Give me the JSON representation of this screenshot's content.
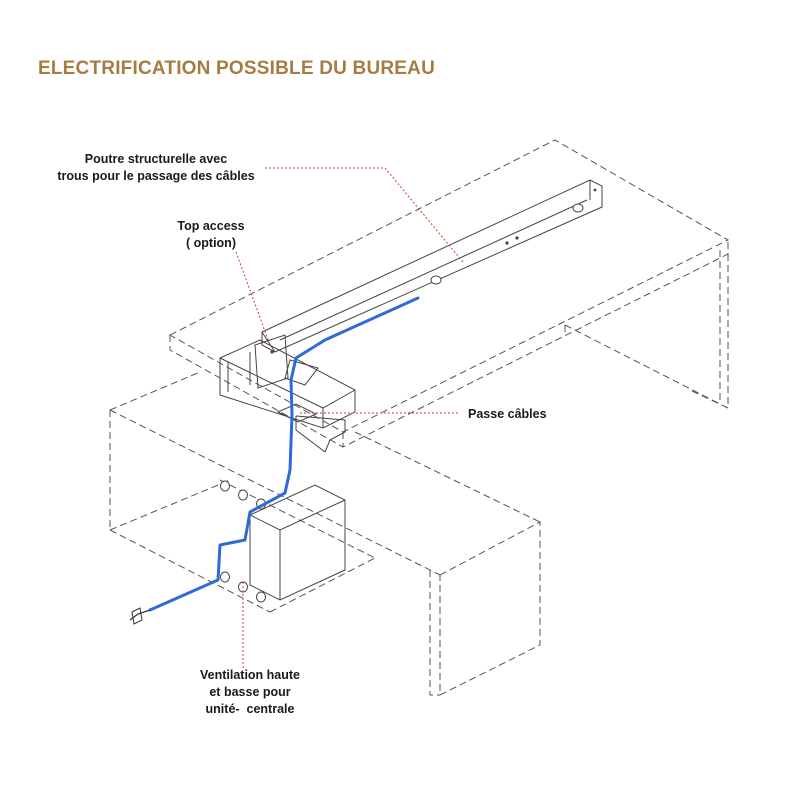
{
  "title": "ELECTRIFICATION POSSIBLE DU BUREAU",
  "callouts": {
    "beam": {
      "lines": [
        "Poutre structurelle avec",
        "trous pour le passage des câbles"
      ]
    },
    "top_access": {
      "lines": [
        "Top access",
        "( option)"
      ]
    },
    "passe_cables": {
      "lines": [
        "Passe câbles"
      ]
    },
    "ventilation": {
      "lines": [
        "Ventilation haute",
        "et basse pour",
        "unité-  centrale"
      ]
    }
  },
  "colors": {
    "title": "#a57d42",
    "cable": "#2f6bd6",
    "leader": "#c9402a",
    "lines": "#555555"
  },
  "icons": [
    "power-plug-icon"
  ]
}
